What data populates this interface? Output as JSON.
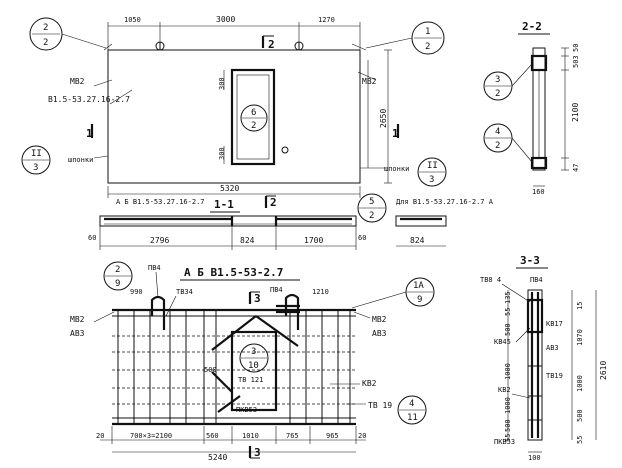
{
  "callouts": {
    "top_left": {
      "top": "2",
      "bottom": "2"
    },
    "top_right": {
      "top": "1",
      "bottom": "2"
    },
    "opening": {
      "top": "6",
      "bottom": "2"
    },
    "sec_2_2_a": {
      "top": "3",
      "bottom": "2"
    },
    "sec_2_2_b": {
      "top": "4",
      "bottom": "2"
    },
    "shponki_l": {
      "top": "II",
      "bottom": "3"
    },
    "shponki_r": {
      "top": "II",
      "bottom": "3"
    },
    "sec_1_1": {
      "top": "5",
      "bottom": "2"
    },
    "ab_left": {
      "top": "2",
      "bottom": "9"
    },
    "ab_right": {
      "top": "1A",
      "bottom": "9"
    },
    "ab_center": {
      "top": "3",
      "bottom": "10"
    },
    "ab_low": {
      "top": "4",
      "bottom": "11"
    }
  },
  "panel": {
    "dim_1050": "1050",
    "dim_3000": "3000",
    "dim_1270": "1270",
    "dim_2650": "2650",
    "dim_5320": "5320",
    "dim_300": "300",
    "dim_300b": "300",
    "mark_left": "МВ2",
    "mark_right": "МВ2",
    "panel_name": "В1.5-53.27.16-2.7",
    "shponki_left": "шпонки",
    "shponki_right": "шпонки",
    "cut_1": "1",
    "cut_1r": "1",
    "cut_2": "2"
  },
  "section_2_2": {
    "title": "2-2",
    "dim_50": "50",
    "dim_503": "503",
    "dim_2100": "2100",
    "dim_47": "47",
    "dim_160": "160"
  },
  "section_1_1": {
    "title": "1-1",
    "label": "А Б В1.5-53.27.16-2.7",
    "label_right": "Для В1.5-53.27.16-2.7 А",
    "dim_60l": "60",
    "dim_2796": "2796",
    "dim_824": "824",
    "dim_1700": "1700",
    "dim_60r": "60",
    "dim_824b": "824",
    "cut_2": "2"
  },
  "reinforcement": {
    "title": "А Б В1.5-53-2.7",
    "pv4a": "ПВ4",
    "pv4b": "ПВ4",
    "tv34": "ТВ34",
    "dim_990": "990",
    "dim_1210": "1210",
    "mv2_left": "МВ2",
    "av3_left": "АВ3",
    "mv2_right": "МВ2",
    "av3_right": "АВ3",
    "dim_500": "500",
    "tv121": "ТВ 121",
    "kv2": "КВ2",
    "pkv53": "ПКВ53",
    "tv19": "ТВ 19",
    "dim_20l": "20",
    "dim_700x3": "700×3=2100",
    "dim_560": "560",
    "dim_1010": "1010",
    "dim_765a": "765",
    "dim_965": "965",
    "dim_20r": "20",
    "dim_5240": "5240",
    "cut_3": "3",
    "cut_3b": "3"
  },
  "section_3_3": {
    "title": "3-3",
    "tv84": "ТВ8 4",
    "pv4": "ПВ4",
    "kv17": "КВ17",
    "kv45": "КВ45",
    "av3": "АВ3",
    "tv19": "ТВ19",
    "kv2": "КВ2",
    "pkv53": "ПКВ53",
    "dim_135": "135",
    "dim_55a": "55",
    "dim_500a": "500",
    "dim_1000a": "1000",
    "dim_1000b": "1000",
    "dim_500b": "500",
    "dim_55b": "55",
    "dim_15": "15",
    "dim_1070": "1070",
    "dim_1000r": "1000",
    "dim_500r": "500",
    "dim_55r": "55",
    "dim_2610": "2610",
    "dim_100": "100"
  }
}
